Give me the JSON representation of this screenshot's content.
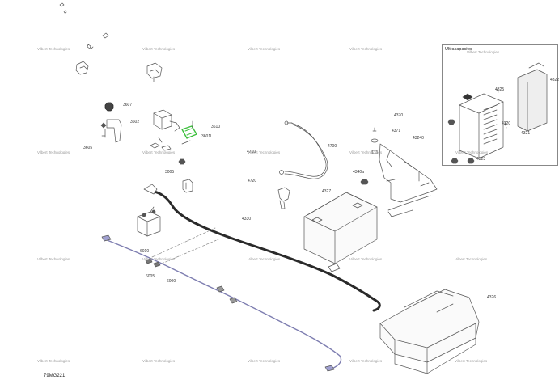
{
  "watermark_text": "Vilbert Technologies",
  "figure_id": "79MG221",
  "inset": {
    "title": "Ultracapacitor"
  },
  "colors": {
    "line": "#555555",
    "harness": "#2a2a2a",
    "highlight": "#3cbf3c",
    "purple_wire": "#7d7db0"
  },
  "part_labels": [
    {
      "id": "3607",
      "text": "3607"
    },
    {
      "id": "3602",
      "text": "3602"
    },
    {
      "id": "3605",
      "text": "3605"
    },
    {
      "id": "3610",
      "text": "3610"
    },
    {
      "id": "3601",
      "text": "3601l"
    },
    {
      "id": "3005",
      "text": "3005"
    },
    {
      "id": "4710",
      "text": "4710"
    },
    {
      "id": "4720",
      "text": "4720"
    },
    {
      "id": "4700",
      "text": "4700"
    },
    {
      "id": "4330",
      "text": "4330"
    },
    {
      "id": "4327",
      "text": "4327"
    },
    {
      "id": "4340a",
      "text": "4340a"
    },
    {
      "id": "4370",
      "text": "4370"
    },
    {
      "id": "4371",
      "text": "4371"
    },
    {
      "id": "43240",
      "text": "43240"
    },
    {
      "id": "6010",
      "text": "6010"
    },
    {
      "id": "6005",
      "text": "6005"
    },
    {
      "id": "6000",
      "text": "6000"
    },
    {
      "id": "4325",
      "text": "4325"
    },
    {
      "id": "4322",
      "text": "4322"
    },
    {
      "id": "4320",
      "text": "4320"
    },
    {
      "id": "4321",
      "text": "4321"
    },
    {
      "id": "4323",
      "text": "4323"
    },
    {
      "id": "4326",
      "text": "4326"
    }
  ]
}
